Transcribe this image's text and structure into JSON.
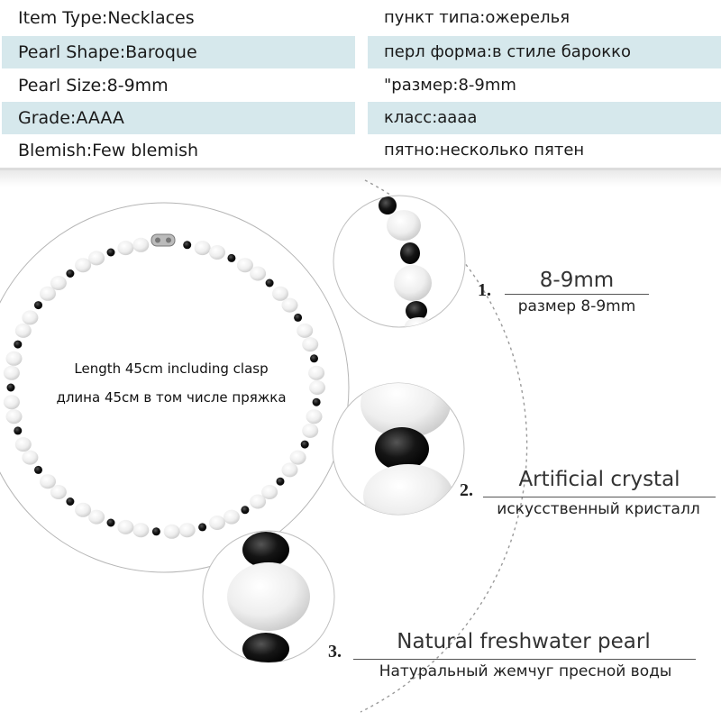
{
  "specs": [
    {
      "en": "Item Type:Necklaces",
      "ru": "пункт типа:ожерелья",
      "shaded": false
    },
    {
      "en": "Pearl Shape:Baroque",
      "ru": "перл форма:в стиле барокко",
      "shaded": true
    },
    {
      "en": "Pearl Size:8-9mm",
      "ru": "\"размер:8-9mm",
      "shaded": false
    },
    {
      "en": "Grade:AAAA",
      "ru": "класс:аааа",
      "shaded": true
    },
    {
      "en": "Blemish:Few blemish",
      "ru": "пятно:несколько пятен",
      "shaded": false
    }
  ],
  "necklace": {
    "length_en": "Length 45cm including clasp",
    "length_ru": "длина 45см в том числе пряжка"
  },
  "details": [
    {
      "num": "1.",
      "title": "8-9mm",
      "sub": "размер 8-9mm"
    },
    {
      "num": "2.",
      "title": "Artificial crystal",
      "sub": "искусственный кристалл"
    },
    {
      "num": "3.",
      "title": "Natural freshwater pearl",
      "sub": "Натуральный жемчуг пресной воды"
    }
  ],
  "colors": {
    "row_shade": "#d6e8ec",
    "pearl": "#f4f4f4",
    "crystal": "#111111"
  }
}
